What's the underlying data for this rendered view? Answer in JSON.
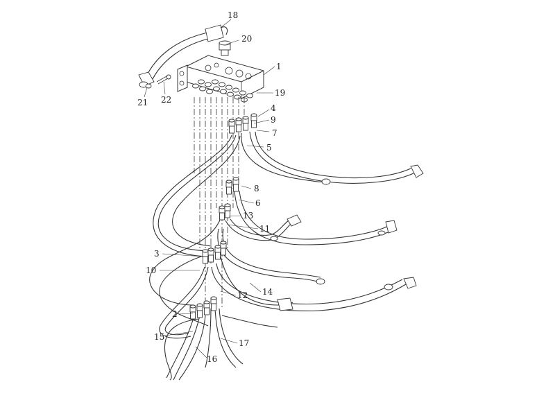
{
  "part_labels": {
    "p1": "1",
    "p2": "2",
    "p3": "3",
    "p4": "4",
    "p5": "5",
    "p6": "6",
    "p7": "7",
    "p8": "8",
    "p9": "9",
    "p10": "10",
    "p11": "11",
    "p12": "12",
    "p13": "13",
    "p14": "14",
    "p15": "15",
    "p16": "16",
    "p17": "17",
    "p18": "18",
    "p19": "19",
    "p20": "20",
    "p21": "21",
    "p22": "22"
  }
}
